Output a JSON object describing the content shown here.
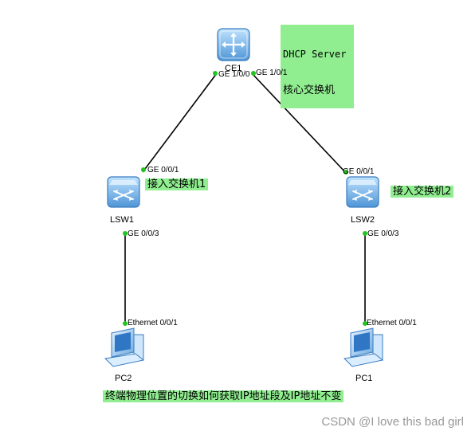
{
  "devices": {
    "ce1": {
      "name": "CE1",
      "port_left": "GE 1/0/0",
      "port_right": "GE 1/0/1",
      "label_line1": "DHCP Server",
      "label_line2": "核心交换机"
    },
    "lsw1": {
      "name": "LSW1",
      "port_up": "GE 0/0/1",
      "port_down": "GE 0/0/3",
      "label": "接入交换机1"
    },
    "lsw2": {
      "name": "LSW2",
      "port_up": "GE 0/0/1",
      "port_down": "GE 0/0/3",
      "label": "接入交换机2"
    },
    "pc2": {
      "name": "PC2",
      "port": "Ethernet 0/0/1"
    },
    "pc1": {
      "name": "PC1",
      "port": "Ethernet 0/0/1"
    }
  },
  "caption": "终端物理位置的切换如何获取IP地址段及IP地址不变",
  "watermark": "CSDN @I love this bad girl",
  "colors": {
    "label_bg": "#90ee90",
    "device_blue": "#6fb0e8",
    "link": "#000000"
  }
}
